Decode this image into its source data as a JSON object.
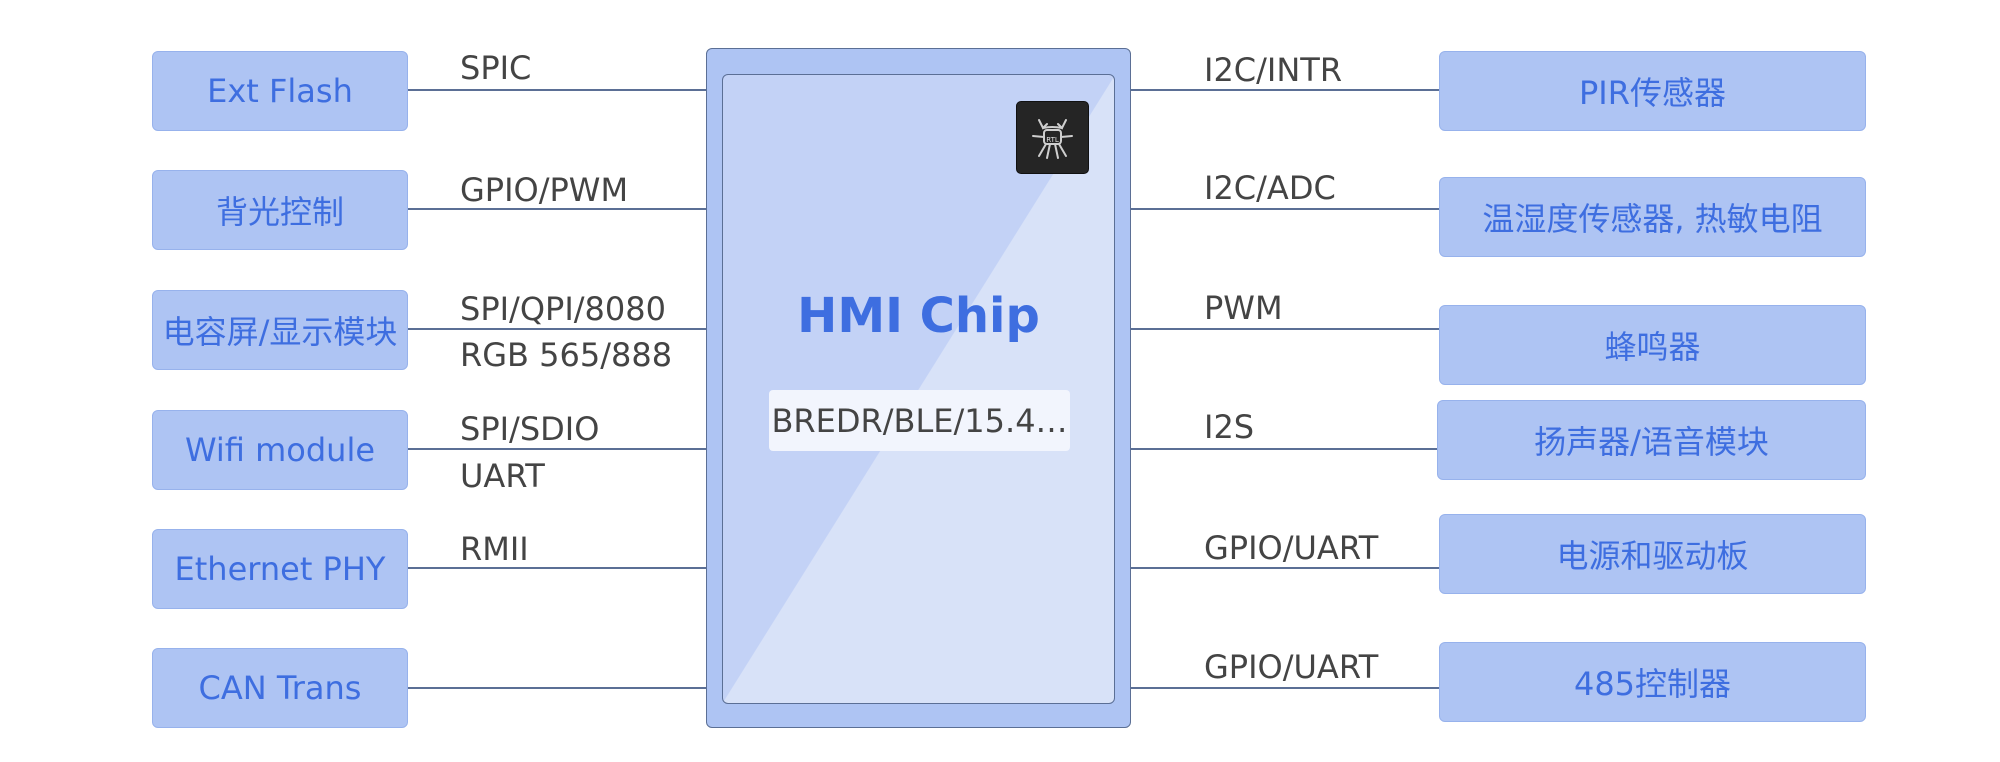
{
  "chip": {
    "title": "HMI Chip",
    "protocol": "BREDR/BLE/15.4…",
    "logo_icon": "crab-mascot-icon"
  },
  "left_peripherals": [
    {
      "name": "Ext Flash",
      "interfaces": [
        "SPIC"
      ]
    },
    {
      "name": "背光控制",
      "interfaces": [
        "GPIO/PWM"
      ]
    },
    {
      "name": "电容屏/显示模块",
      "interfaces": [
        "SPI/QPI/8080",
        "RGB 565/888"
      ]
    },
    {
      "name": "Wifi module",
      "interfaces": [
        "SPI/SDIO",
        "UART"
      ]
    },
    {
      "name": "Ethernet PHY",
      "interfaces": [
        "RMII"
      ]
    },
    {
      "name": "CAN Trans",
      "interfaces": []
    }
  ],
  "right_peripherals": [
    {
      "name": "PIR传感器",
      "interfaces": [
        "I2C/INTR"
      ]
    },
    {
      "name": "温湿度传感器, 热敏电阻",
      "interfaces": [
        "I2C/ADC"
      ]
    },
    {
      "name": "蜂鸣器",
      "interfaces": [
        "PWM"
      ]
    },
    {
      "name": "扬声器/语音模块",
      "interfaces": [
        "I2S"
      ]
    },
    {
      "name": "电源和驱动板",
      "interfaces": [
        "GPIO/UART"
      ]
    },
    {
      "name": "485控制器",
      "interfaces": [
        "GPIO/UART"
      ]
    }
  ],
  "colors": {
    "box_fill": "#aec4f3",
    "accent_text": "#3e6ee0",
    "line": "#5b6f95",
    "label_text": "#444444"
  }
}
